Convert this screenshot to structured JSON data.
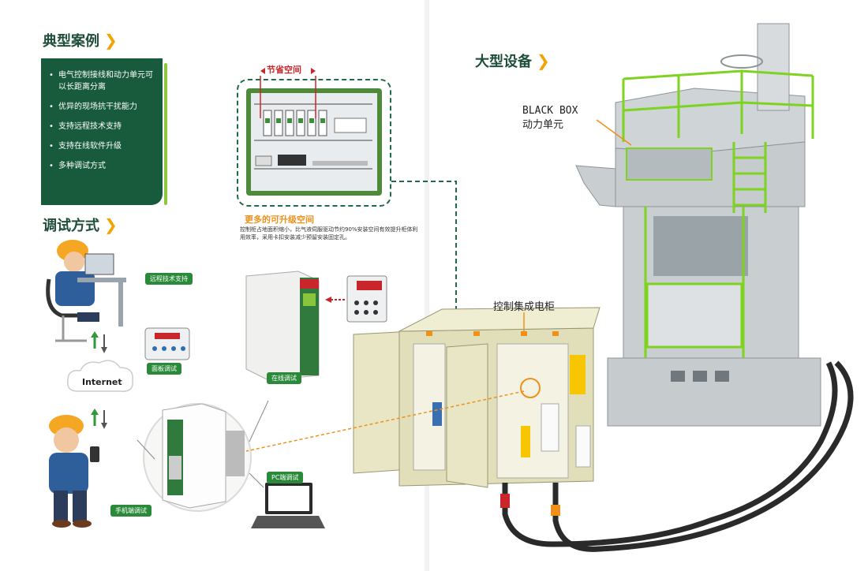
{
  "headings": {
    "typical_cases": "典型案例",
    "debug_methods": "调试方式",
    "large_equipment": "大型设备"
  },
  "features": [
    "电气控制接线和动力单元可以长距离分离",
    "优异的现场抗干扰能力",
    "支持远程技术支持",
    "支持在线软件升级",
    "多种调试方式"
  ],
  "save_space": {
    "title": "节省空间",
    "upgrade_title": "更多的可升级空间",
    "upgrade_desc": "控制柜占地面积缩小，比气液伺服驱动节约90%安装空间有效提升柜体利用效率，采用卡扣安装减少预留安装固定孔。"
  },
  "debug": {
    "remote_support": "远程技术支持",
    "internet": "Internet",
    "phone_debug": "手机端调试",
    "pc_debug": "PC端调试",
    "panel_debug": "面板调试",
    "online_debug": "在线调试"
  },
  "machine": {
    "blackbox_line1": "BLACK BOX",
    "blackbox_line2": "动力单元",
    "cabinet": "控制集成电柜"
  },
  "colors": {
    "dark_green": "#175a3c",
    "light_green": "#8dc63f",
    "accent_orange": "#f5a100",
    "railing_green": "#7ed321",
    "machine_gray": "#c9ced1",
    "cabinet_beige": "#e8e6c4"
  }
}
